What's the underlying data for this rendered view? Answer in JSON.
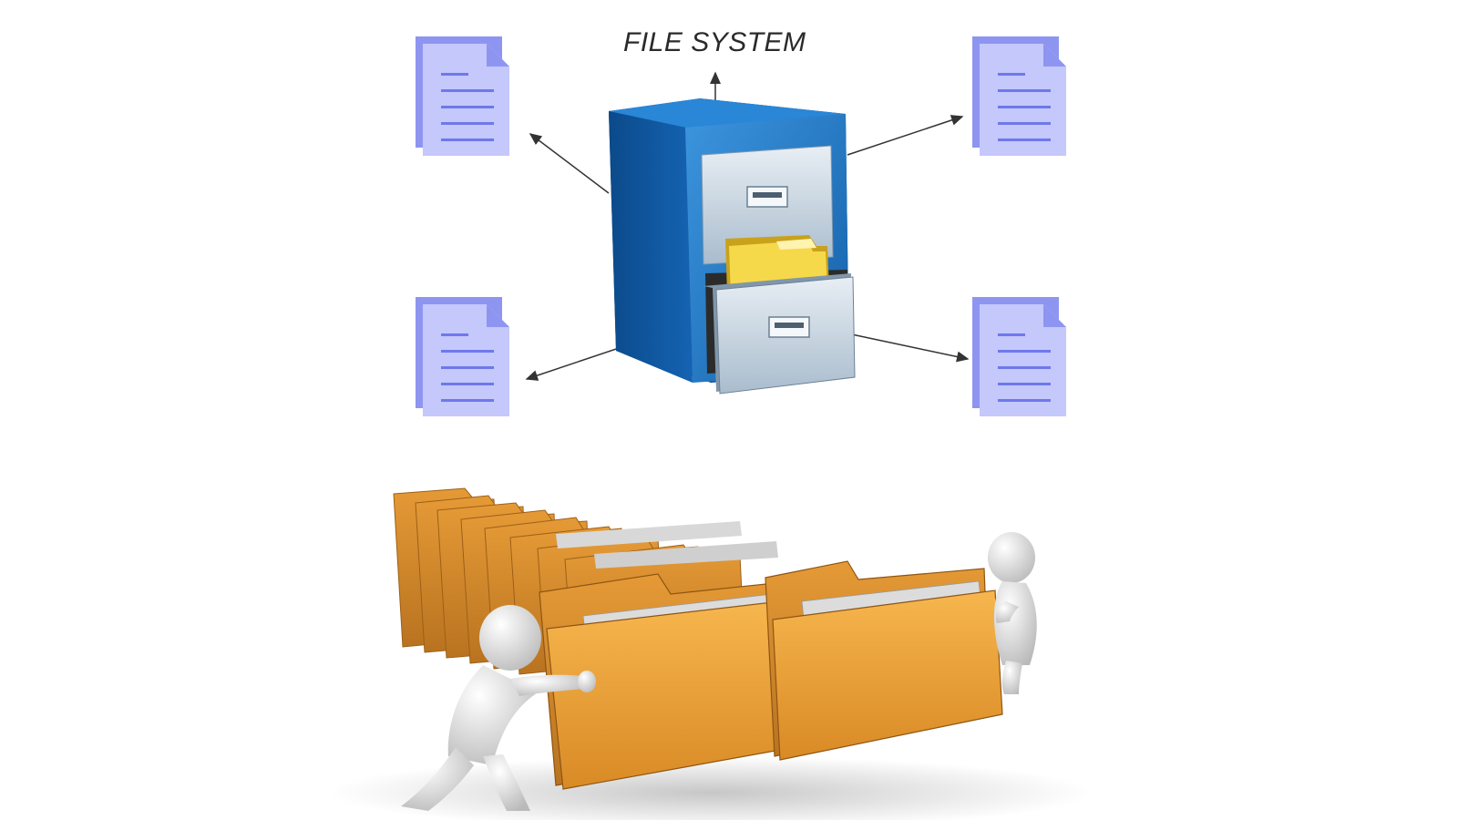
{
  "diagram": {
    "title": "FILE SYSTEM",
    "center_object": "filing-cabinet-icon",
    "nodes": [
      {
        "name": "document-icon"
      },
      {
        "name": "document-icon"
      },
      {
        "name": "document-icon"
      },
      {
        "name": "document-icon"
      }
    ],
    "edges": [
      {
        "from": "filing-cabinet-icon",
        "to": "title"
      },
      {
        "from": "filing-cabinet-icon",
        "to": "document-top-left"
      },
      {
        "from": "filing-cabinet-icon",
        "to": "document-top-right"
      },
      {
        "from": "filing-cabinet-icon",
        "to": "document-bottom-left"
      },
      {
        "from": "filing-cabinet-icon",
        "to": "document-bottom-right"
      }
    ]
  },
  "illustration": {
    "subject": "folders-pushed-by-figures"
  },
  "colors": {
    "document_fill": "#c4c8fb",
    "document_fold": "#8e95f1",
    "document_lines": "#6f78ea",
    "cabinet_blue": "#1a74c2",
    "cabinet_dark": "#0d4b8c",
    "drawer_face": "#d3dde6",
    "folder_orange": "#eea23f",
    "folder_dark": "#b8741f",
    "figure_white": "#f2f2f2",
    "arrow": "#333333"
  }
}
